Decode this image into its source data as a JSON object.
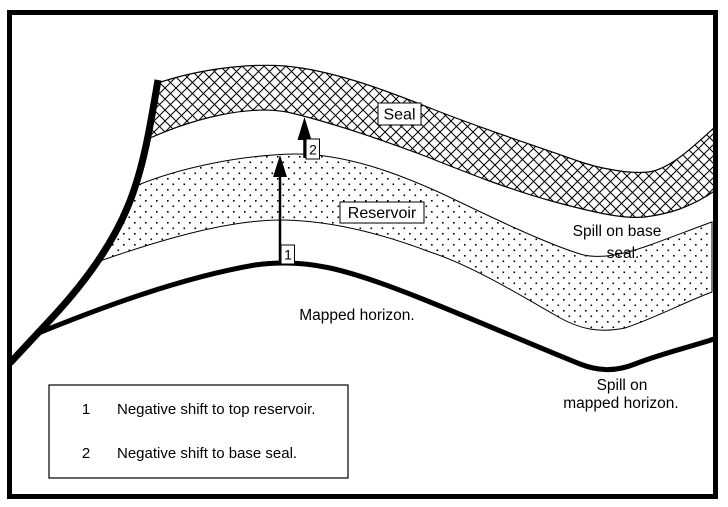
{
  "layers": {
    "seal_label": "Seal",
    "reservoir_label": "Reservoir",
    "mapped_horizon_label": "Mapped horizon."
  },
  "annotations": {
    "spill_base_seal": {
      "line1": "Spill on base",
      "line2": "seal."
    },
    "spill_mapped_horizon": {
      "line1": "Spill on",
      "line2": "mapped horizon."
    },
    "arrow_1": {
      "number": "1"
    },
    "arrow_2": {
      "number": "2"
    }
  },
  "legend": {
    "items": [
      {
        "number": "1",
        "description": "Negative shift to top reservoir."
      },
      {
        "number": "2",
        "description": "Negative shift to base seal."
      }
    ]
  },
  "colors": {
    "ink": "#000000",
    "paper": "#ffffff"
  }
}
